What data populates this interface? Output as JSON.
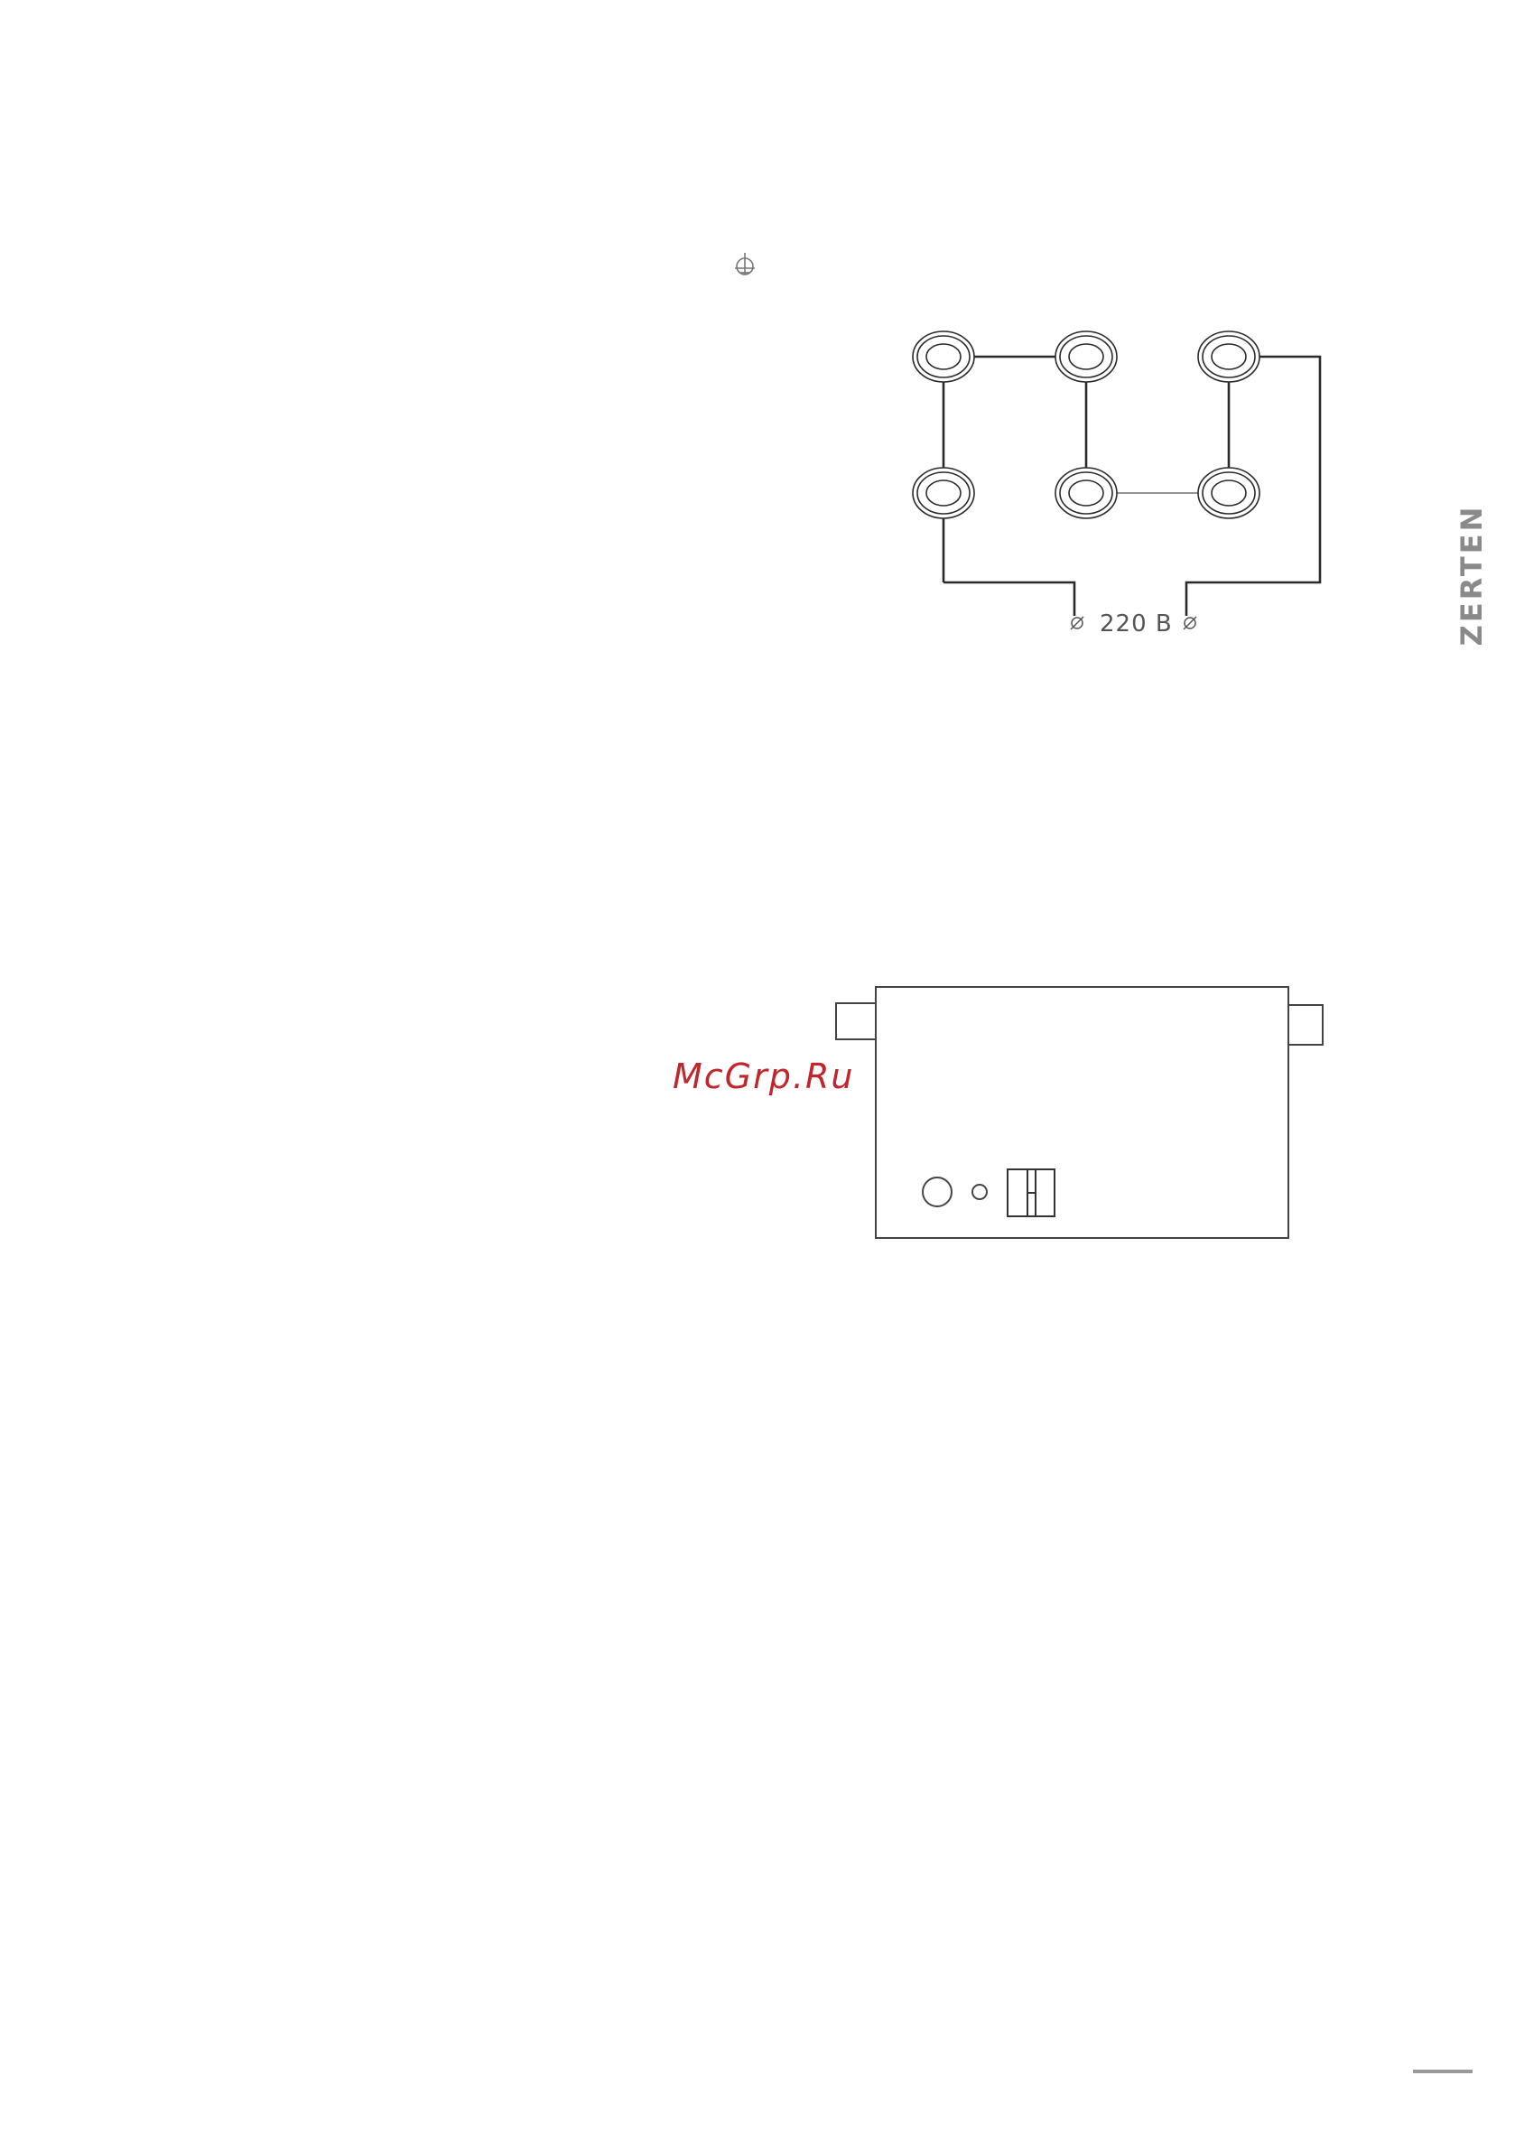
{
  "brand": {
    "name": "ZERTEN"
  },
  "watermark": {
    "text": "McGrp.Ru"
  },
  "wiring_diagram": {
    "voltage_label": "220 В",
    "element_count": 6,
    "ground_symbol": "ground-icon"
  },
  "unit_outline": {
    "controls": [
      "indicator-lamp-icon",
      "small-indicator-icon",
      "switch-icon"
    ]
  },
  "colors": {
    "line": "#2a2a2a",
    "brand_text": "#8a8a8a",
    "watermark": "#c0262c"
  }
}
